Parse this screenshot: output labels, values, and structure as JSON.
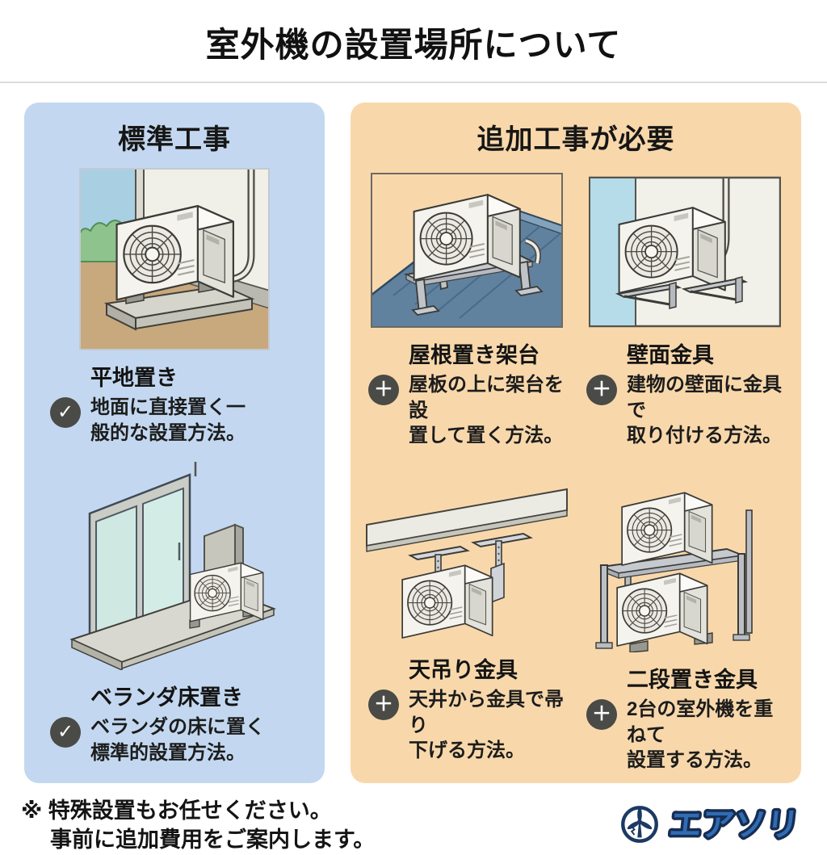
{
  "title": "室外機の設置場所について",
  "left_panel": {
    "heading": "標準工事",
    "items": [
      {
        "title": "平地置き",
        "icon": "check",
        "desc_line1": "地面に直接置く一",
        "desc_line2": "般的な設置方法。"
      },
      {
        "title": "ベランダ床置き",
        "icon": "check",
        "desc_line1": "ベランダの床に置く",
        "desc_line2": "標準的設置方法。"
      }
    ]
  },
  "right_panel": {
    "heading": "追加工事が必要",
    "items": [
      {
        "title": "屋根置き架台",
        "icon": "plus",
        "desc_line1": "屋板の上に架台を設",
        "desc_line2": "置して置く方法。"
      },
      {
        "title": "壁面金具",
        "icon": "plus",
        "desc_line1": "建物の壁面に金具で",
        "desc_line2": "取り付ける方法。"
      },
      {
        "title": "天吊り金具",
        "icon": "plus",
        "desc_line1": "天井から金具で帚り",
        "desc_line2": "下げる方法。"
      },
      {
        "title": "二段置き金具",
        "icon": "plus",
        "desc_line1": "2台の室外機を重ねて",
        "desc_line2": "設置する方法。"
      }
    ]
  },
  "footer": {
    "note_line1": "※ 特殊設置もお任せください。",
    "note_line2": "事前に追加費用をご案内します。"
  },
  "logo": {
    "text": "エアソリ"
  },
  "icons": {
    "check": "✓",
    "plus": "＋"
  },
  "colors": {
    "left_panel_bg": "#c3d8f0",
    "right_panel_bg": "#f8d8ab",
    "icon_circle": "#4a4a46",
    "logo_blue": "#2f6db5",
    "logo_navy": "#182d52",
    "roof_slate": "#60829f",
    "sky_blue": "#a9cfe2"
  }
}
